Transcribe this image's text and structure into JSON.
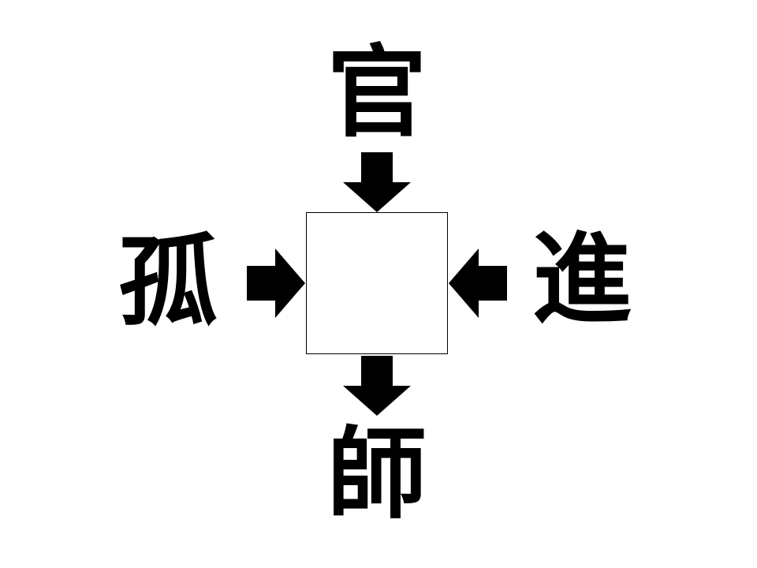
{
  "puzzle": {
    "top_char": "官",
    "left_char": "孤",
    "right_char": "進",
    "bottom_char": "師",
    "answer_box": ""
  },
  "colors": {
    "foreground": "#000000",
    "background": "#ffffff"
  },
  "icons": {
    "top_arrow": "arrow-down-icon",
    "left_arrow": "arrow-right-icon",
    "right_arrow": "arrow-left-icon",
    "bottom_arrow": "arrow-down-icon"
  }
}
